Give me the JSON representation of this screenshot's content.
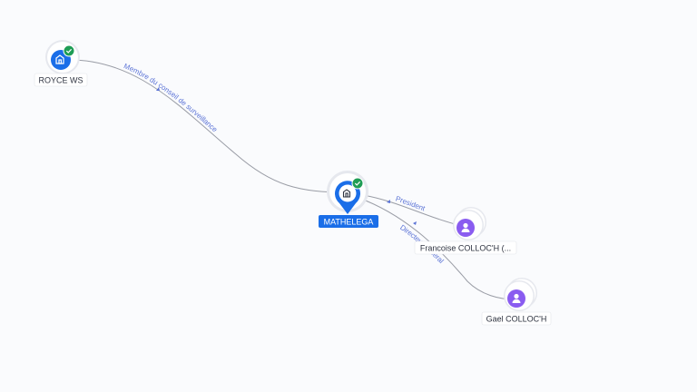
{
  "nodes": {
    "royce": {
      "label": "ROYCE WS",
      "kind": "company",
      "verified": true
    },
    "mathelega": {
      "label": "MATHELEGA",
      "kind": "company",
      "verified": true,
      "selected": true
    },
    "francoise": {
      "label": "Francoise COLLOC'H (...",
      "kind": "person"
    },
    "gael": {
      "label": "Gael COLLOC'H",
      "kind": "person"
    }
  },
  "edges": {
    "royce_mathelega": {
      "label": "Membre du conseil de surveillance"
    },
    "mathelega_francoise": {
      "label": "President"
    },
    "mathelega_gael": {
      "label": "Directeur general"
    }
  },
  "colors": {
    "company": "#1a6ee8",
    "person": "#8a5cf0",
    "verified": "#1f9d55",
    "edge": "#9a9da6",
    "edge_label": "#5b73d6"
  },
  "icons": {
    "company": "building-icon",
    "person": "person-icon",
    "verified": "check-badge-icon"
  }
}
